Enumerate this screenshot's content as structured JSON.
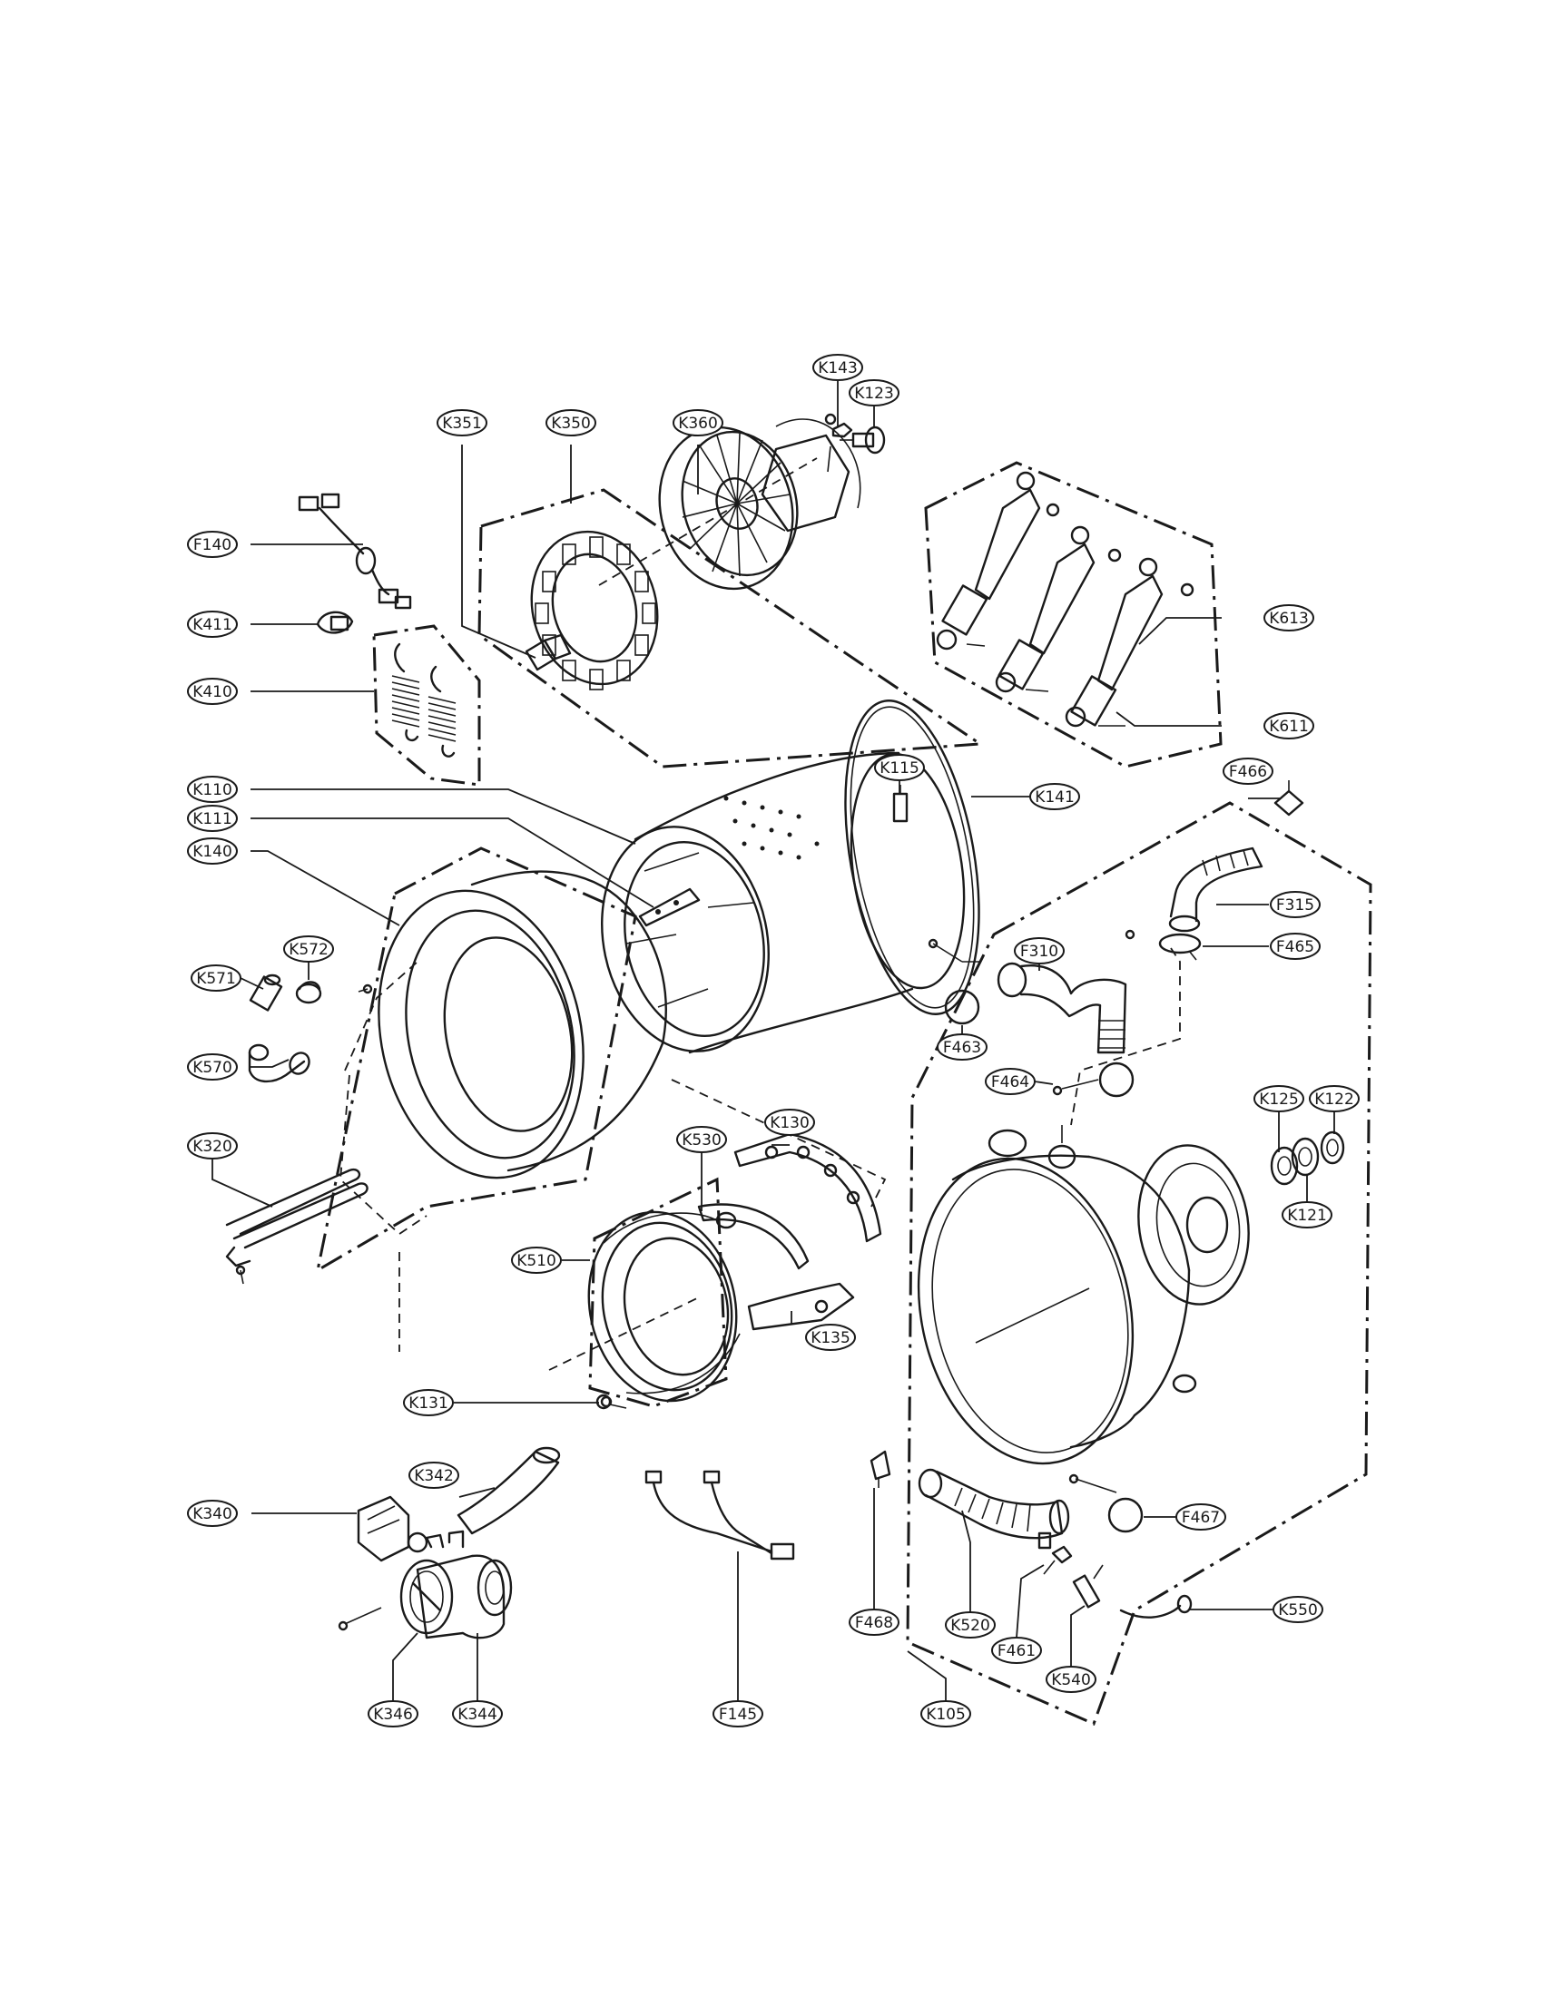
{
  "callouts": {
    "K143": "K143",
    "K123": "K123",
    "K351": "K351",
    "K350": "K350",
    "K360": "K360",
    "F140": "F140",
    "K411": "K411",
    "K410": "K410",
    "K613": "K613",
    "K611": "K611",
    "K110": "K110",
    "K111": "K111",
    "K115": "K115",
    "K141": "K141",
    "F466": "F466",
    "K140": "K140",
    "F315": "F315",
    "F465": "F465",
    "K572": "K572",
    "K571": "K571",
    "F310": "F310",
    "F463": "F463",
    "K570": "K570",
    "F464": "F464",
    "K125": "K125",
    "K122": "K122",
    "K320": "K320",
    "K130": "K130",
    "K530": "K530",
    "K121": "K121",
    "K510": "K510",
    "K135": "K135",
    "K131": "K131",
    "K342": "K342",
    "K340": "K340",
    "F467": "F467",
    "F468": "F468",
    "K520": "K520",
    "F461": "F461",
    "K550": "K550",
    "K540": "K540",
    "K346": "K346",
    "K344": "K344",
    "F145": "F145",
    "K105": "K105"
  }
}
